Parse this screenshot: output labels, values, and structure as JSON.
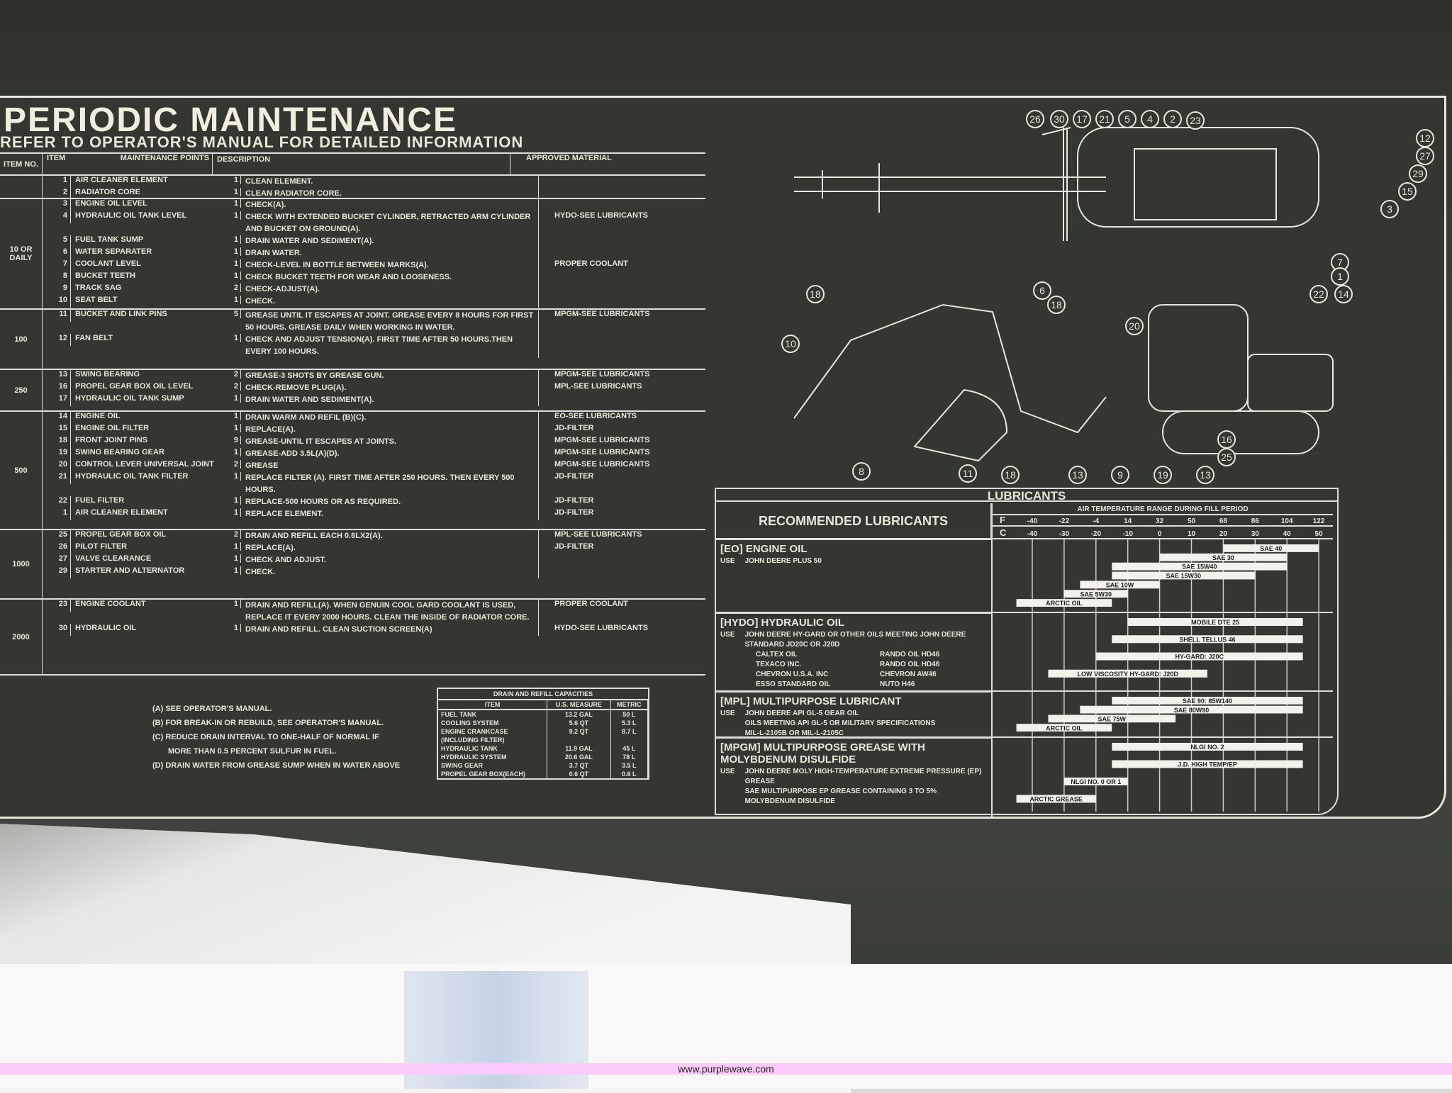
{
  "title": "PERIODIC MAINTENANCE",
  "subtitle": "REFER TO OPERATOR'S MANUAL FOR DETAILED INFORMATION",
  "headers": {
    "interval": "ITEM NO.",
    "item": "ITEM",
    "points": "MAINTENANCE POINTS",
    "description": "DESCRIPTION",
    "material": "APPROVED MATERIAL"
  },
  "groups": [
    {
      "interval": "",
      "rows": [
        {
          "no": "1",
          "item": "AIR CLEANER ELEMENT",
          "pts": "1",
          "desc": "CLEAN ELEMENT.",
          "mat": ""
        },
        {
          "no": "2",
          "item": "RADIATOR CORE",
          "pts": "1",
          "desc": "CLEAN RADIATOR CORE.",
          "mat": ""
        }
      ]
    },
    {
      "interval": "10 OR DAILY",
      "rows": [
        {
          "no": "3",
          "item": "ENGINE OIL LEVEL",
          "pts": "1",
          "desc": "CHECK(A).",
          "mat": ""
        },
        {
          "no": "4",
          "item": "HYDRAULIC OIL TANK LEVEL",
          "pts": "1",
          "desc": "CHECK WITH EXTENDED BUCKET CYLINDER, RETRACTED ARM CYLINDER AND BUCKET ON GROUND(A).",
          "mat": "HYDO-SEE LUBRICANTS"
        },
        {
          "no": "5",
          "item": "FUEL TANK SUMP",
          "pts": "1",
          "desc": "DRAIN WATER AND SEDIMENT(A).",
          "mat": ""
        },
        {
          "no": "6",
          "item": "WATER SEPARATER",
          "pts": "1",
          "desc": "DRAIN WATER.",
          "mat": ""
        },
        {
          "no": "7",
          "item": "COOLANT LEVEL",
          "pts": "1",
          "desc": "CHECK-LEVEL IN BOTTLE BETWEEN MARKS(A).",
          "mat": "PROPER COOLANT"
        },
        {
          "no": "8",
          "item": "BUCKET TEETH",
          "pts": "1",
          "desc": "CHECK BUCKET TEETH FOR WEAR AND LOOSENESS.",
          "mat": ""
        },
        {
          "no": "9",
          "item": "TRACK SAG",
          "pts": "2",
          "desc": "CHECK-ADJUST(A).",
          "mat": ""
        },
        {
          "no": "10",
          "item": "SEAT BELT",
          "pts": "1",
          "desc": "CHECK.",
          "mat": ""
        }
      ]
    },
    {
      "interval": "100",
      "rows": [
        {
          "no": "11",
          "item": "BUCKET AND LINK PINS",
          "pts": "5",
          "desc": "GREASE UNTIL IT ESCAPES AT JOINT. GREASE EVERY 8 HOURS FOR FIRST 50 HOURS. GREASE DAILY WHEN WORKING IN WATER.",
          "mat": "MPGM-SEE LUBRICANTS"
        },
        {
          "no": "12",
          "item": "FAN BELT",
          "pts": "1",
          "desc": "CHECK AND ADJUST TENSION(A). FIRST TIME AFTER 50 HOURS.THEN EVERY 100 HOURS.",
          "mat": ""
        }
      ]
    },
    {
      "interval": "250",
      "rows": [
        {
          "no": "13",
          "item": "SWING BEARING",
          "pts": "2",
          "desc": "GREASE-3 SHOTS BY GREASE GUN.",
          "mat": "MPGM-SEE LUBRICANTS"
        },
        {
          "no": "16",
          "item": "PROPEL GEAR BOX OIL LEVEL",
          "pts": "2",
          "desc": "CHECK-REMOVE PLUG(A).",
          "mat": "MPL-SEE LUBRICANTS"
        },
        {
          "no": "17",
          "item": "HYDRAULIC OIL TANK SUMP",
          "pts": "1",
          "desc": "DRAIN WATER AND SEDIMENT(A).",
          "mat": ""
        }
      ]
    },
    {
      "interval": "500",
      "rows": [
        {
          "no": "14",
          "item": "ENGINE OIL",
          "pts": "1",
          "desc": "DRAIN WARM AND REFIL (B)(C).",
          "mat": "EO-SEE LUBRICANTS"
        },
        {
          "no": "15",
          "item": "ENGINE OIL FILTER",
          "pts": "1",
          "desc": "REPLACE(A).",
          "mat": "JD-FILTER"
        },
        {
          "no": "18",
          "item": "FRONT JOINT PINS",
          "pts": "9",
          "desc": "GREASE-UNTIL IT ESCAPES AT JOINTS.",
          "mat": "MPGM-SEE LUBRICANTS"
        },
        {
          "no": "19",
          "item": "SWING BEARING GEAR",
          "pts": "1",
          "desc": "GREASE-ADD 3.5L(A)(D).",
          "mat": "MPGM-SEE LUBRICANTS"
        },
        {
          "no": "20",
          "item": "CONTROL LEVER UNIVERSAL JOINT",
          "pts": "2",
          "desc": "GREASE",
          "mat": "MPGM-SEE LUBRICANTS"
        },
        {
          "no": "21",
          "item": "HYDRAULIC OIL TANK FILTER",
          "pts": "1",
          "desc": "REPLACE FILTER (A). FIRST TIME AFTER 250 HOURS. THEN EVERY 500 HOURS.",
          "mat": "JD-FILTER"
        },
        {
          "no": "22",
          "item": "FUEL FILTER",
          "pts": "1",
          "desc": "REPLACE-500 HOURS OR AS REQUIRED.",
          "mat": "JD-FILTER"
        },
        {
          "no": "1",
          "item": "AIR CLEANER ELEMENT",
          "pts": "1",
          "desc": "REPLACE ELEMENT.",
          "mat": "JD-FILTER"
        }
      ]
    },
    {
      "interval": "1000",
      "rows": [
        {
          "no": "25",
          "item": "PROPEL GEAR BOX OIL",
          "pts": "2",
          "desc": "DRAIN AND REFILL EACH 0.6LX2(A).",
          "mat": "MPL-SEE LUBRICANTS"
        },
        {
          "no": "26",
          "item": "PILOT FILTER",
          "pts": "1",
          "desc": "REPLACE(A).",
          "mat": "JD-FILTER"
        },
        {
          "no": "27",
          "item": "VALVE CLEARANCE",
          "pts": "1",
          "desc": "CHECK AND ADJUST.",
          "mat": ""
        },
        {
          "no": "29",
          "item": "STARTER AND ALTERNATOR",
          "pts": "1",
          "desc": "CHECK.",
          "mat": ""
        }
      ]
    },
    {
      "interval": "2000",
      "rows": [
        {
          "no": "23",
          "item": "ENGINE COOLANT",
          "pts": "1",
          "desc": "DRAIN AND REFILL(A). WHEN GENUIN COOL GARD COOLANT IS USED, REPLACE IT EVERY 2000 HOURS. CLEAN THE INSIDE OF RADIATOR CORE.",
          "mat": "PROPER COOLANT"
        },
        {
          "no": "30",
          "item": "HYDRAULIC OIL",
          "pts": "1",
          "desc": "DRAIN AND REFILL. CLEAN SUCTION SCREEN(A)",
          "mat": "HYDO-SEE LUBRICANTS"
        }
      ]
    }
  ],
  "notes": [
    "(A) SEE OPERATOR'S MANUAL.",
    "(B) FOR BREAK-IN OR REBUILD, SEE OPERATOR'S MANUAL.",
    "(C) REDUCE DRAIN INTERVAL TO ONE-HALF OF NORMAL IF",
    "MORE THAN 0.5 PERCENT SULFUR IN FUEL.",
    "(D) DRAIN WATER FROM GREASE SUMP WHEN IN WATER ABOVE"
  ],
  "capacities": {
    "title": "DRAIN AND REFILL CAPACITIES",
    "cols": [
      "ITEM",
      "U.S. MEASURE",
      "METRIC"
    ],
    "rows": [
      [
        "FUEL TANK",
        "13.2 GAL",
        "50 L"
      ],
      [
        "COOLING SYSTEM",
        "5.6 QT",
        "5.3 L"
      ],
      [
        "ENGINE CRANKCASE",
        "9.2 QT",
        "8.7 L"
      ],
      [
        "(INCLUDING FILTER)",
        "",
        ""
      ],
      [
        "HYDRAULIC TANK",
        "11.9 GAL",
        "45 L"
      ],
      [
        "HYDRAULIC SYSTEM",
        "20.6 GAL",
        "78 L"
      ],
      [
        "SWING GEAR",
        "3.7 QT",
        "3.5 L"
      ],
      [
        "PROPEL GEAR BOX(EACH)",
        "0.6 QT",
        "0.6 L"
      ]
    ]
  },
  "diagram_callouts": [
    "26",
    "30",
    "17",
    "21",
    "5",
    "4",
    "2",
    "23",
    "12",
    "27",
    "29",
    "15",
    "3",
    "7",
    "1",
    "22",
    "14",
    "18",
    "6",
    "18",
    "20",
    "10",
    "8",
    "11",
    "18",
    "13",
    "9",
    "19",
    "13",
    "16",
    "25"
  ],
  "lubricants": {
    "title": "LUBRICANTS",
    "heading": "RECOMMENDED LUBRICANTS",
    "range_title": "AIR TEMPERATURE RANGE DURING FILL PERIOD",
    "f_label": "F",
    "c_label": "C",
    "f_ticks": [
      "-40",
      "-22",
      "-4",
      "14",
      "32",
      "50",
      "68",
      "86",
      "104",
      "122"
    ],
    "c_ticks": [
      "-40",
      "-30",
      "-20",
      "-10",
      "0",
      "10",
      "20",
      "30",
      "40",
      "50"
    ],
    "c_values": [
      -40,
      -30,
      -20,
      -10,
      0,
      10,
      20,
      30,
      40,
      50
    ],
    "sections": [
      {
        "name": "[EO] ENGINE OIL",
        "use_label": "USE",
        "use": [
          "JOHN DEERE PLUS 50"
        ],
        "brands": [],
        "bars": [
          {
            "label": "SAE 40",
            "from": 20,
            "to": 50
          },
          {
            "label": "SAE 30",
            "from": 0,
            "to": 40
          },
          {
            "label": "SAE 15W40",
            "from": -15,
            "to": 40
          },
          {
            "label": "SAE 15W30",
            "from": -15,
            "to": 30
          },
          {
            "label": "SAE 10W",
            "from": -25,
            "to": 0
          },
          {
            "label": "SAE 5W30",
            "from": -30,
            "to": -10
          },
          {
            "label": "ARCTIC OIL",
            "from": -45,
            "to": -15
          }
        ]
      },
      {
        "name": "[HYDO] HYDRAULIC OIL",
        "use_label": "USE",
        "use": [
          "JOHN DEERE HY-GARD OR OTHER OILS MEETING JOHN DEERE STANDARD JD20C OR J20D"
        ],
        "brands": [
          [
            "CALTEX OIL",
            "RANDO OIL HD46"
          ],
          [
            "TEXACO INC.",
            "RANDO OIL HD46"
          ],
          [
            "CHEVRON U.S.A. INC",
            "CHEVRON AW46"
          ],
          [
            "ESSO STANDARD OIL",
            "NUTO H46"
          ]
        ],
        "bars": [
          {
            "label": "MOBILE DTE 25",
            "from": -10,
            "to": 45
          },
          {
            "label": "SHELL TELLUS 46",
            "from": -15,
            "to": 45
          },
          {
            "label": "HY-GARD: J20C",
            "from": -20,
            "to": 45
          },
          {
            "label": "LOW VISCOSITY HY-GARD: J20D",
            "from": -35,
            "to": 15
          }
        ]
      },
      {
        "name": "[MPL] MULTIPURPOSE LUBRICANT",
        "use_label": "USE",
        "use": [
          "JOHN DEERE API GL-5 GEAR OIL",
          "OILS MEETING API GL-5 OR MILITARY SPECIFICATIONS",
          "MIL-L-2105B OR MIL-L-2105C"
        ],
        "brands": [],
        "bars": [
          {
            "label": "SAE 90: 85W140",
            "from": -15,
            "to": 45
          },
          {
            "label": "SAE 80W90",
            "from": -25,
            "to": 45
          },
          {
            "label": "SAE 75W",
            "from": -35,
            "to": 5
          },
          {
            "label": "ARCTIC OIL",
            "from": -45,
            "to": -15
          }
        ]
      },
      {
        "name": "[MPGM] MULTIPURPOSE GREASE WITH MOLYBDENUM DISULFIDE",
        "use_label": "USE",
        "use": [
          "JOHN DEERE MOLY HIGH-TEMPERATURE EXTREME PRESSURE (EP) GREASE",
          "SAE MULTIPURPOSE EP GREASE CONTAINING 3 TO 5% MOLYBDENUM DISULFIDE"
        ],
        "brands": [],
        "bars": [
          {
            "label": "NLGI NO. 2",
            "from": -15,
            "to": 45
          },
          {
            "label": "J.D. HIGH TEMP/EP",
            "from": -15,
            "to": 45
          },
          {
            "label": "NLGI NO. 0 OR 1",
            "from": -30,
            "to": -10
          },
          {
            "label": "ARCTIC GREASE",
            "from": -45,
            "to": -20
          }
        ]
      }
    ]
  },
  "watermark": "www.purplewave.com",
  "colors": {
    "decal": "#34372f",
    "line": "#e8e6d8",
    "watermark_band": "#fccbfc"
  }
}
